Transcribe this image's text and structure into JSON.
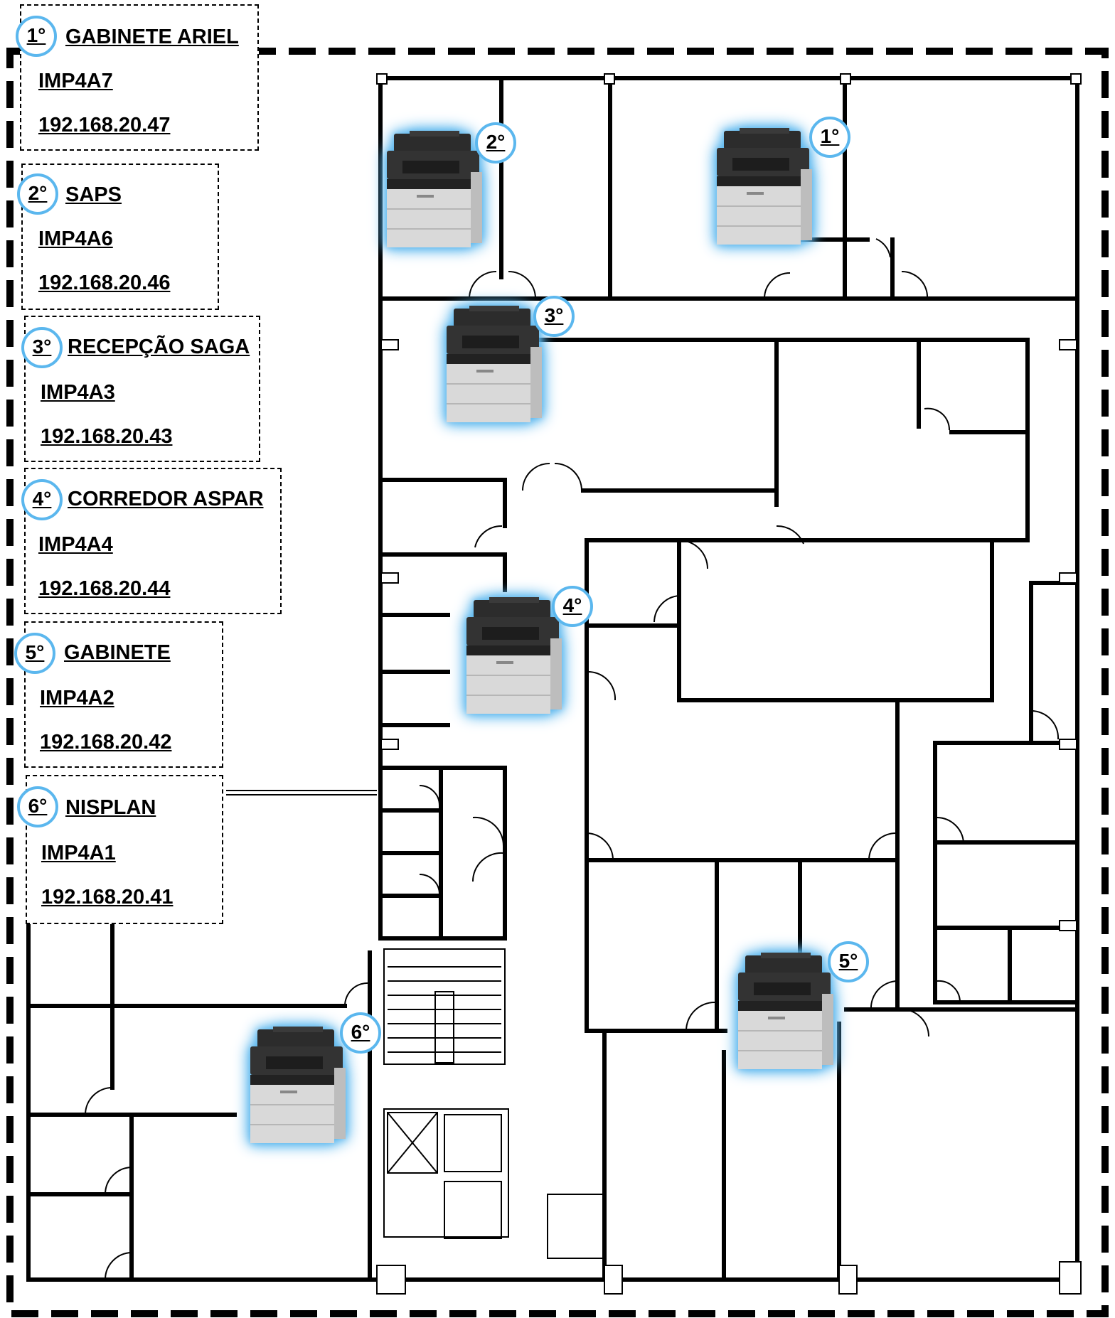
{
  "legend": [
    {
      "badge": "1°",
      "location": "GABINETE ARIEL",
      "printer": "IMP4A7",
      "ip": "192.168.20.47"
    },
    {
      "badge": "2°",
      "location": "SAPS",
      "printer": "IMP4A6",
      "ip": "192.168.20.46"
    },
    {
      "badge": "3°",
      "location": "RECEPÇÃO SAGA",
      "printer": "IMP4A3",
      "ip": "192.168.20.43"
    },
    {
      "badge": "4°",
      "location": "CORREDOR ASPAR",
      "printer": "IMP4A4",
      "ip": "192.168.20.44"
    },
    {
      "badge": "5°",
      "location": "GABINETE",
      "printer": "IMP4A2",
      "ip": "192.168.20.42"
    },
    {
      "badge": "6°",
      "location": "NISPLAN",
      "printer": "IMP4A1",
      "ip": "192.168.20.41"
    }
  ],
  "map_markers": [
    {
      "badge": "1°",
      "icon": "printer-icon"
    },
    {
      "badge": "2°",
      "icon": "printer-icon"
    },
    {
      "badge": "3°",
      "icon": "printer-icon"
    },
    {
      "badge": "4°",
      "icon": "printer-icon"
    },
    {
      "badge": "5°",
      "icon": "printer-icon"
    },
    {
      "badge": "6°",
      "icon": "printer-icon"
    }
  ],
  "colors": {
    "marker_ring": "#5bb7ee",
    "walls": "#000000",
    "background": "#ffffff"
  }
}
